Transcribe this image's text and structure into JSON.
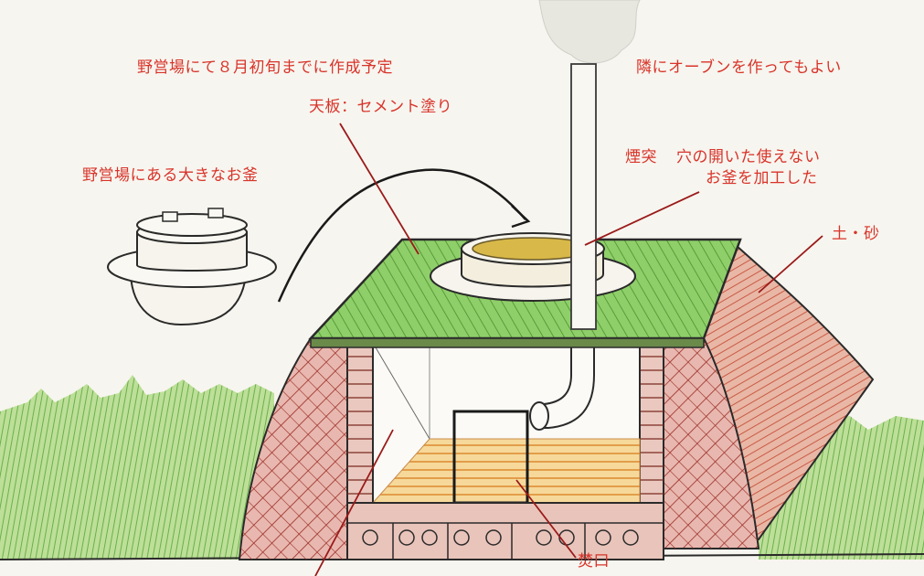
{
  "labels": {
    "plan_note": "野営場にて８月初旬までに作成予定",
    "oven_note": "隣にオーブンを作ってもよい",
    "top_plate": "天板：セメント塗り",
    "chimney": "煙突",
    "hole_pot_line1": "穴の開いた使えない",
    "hole_pot_line2": "お釜を加工した",
    "big_pot": "野営場にある大きなお釜",
    "soil_sand": "土・砂",
    "fire_mouth": "焚口"
  },
  "colors": {
    "label_text": "#d8342a",
    "leader_line": "#9a1a1a",
    "grass": "#5aa83a",
    "top_surface": "#6fb04a",
    "brick": "#b5443a",
    "soil": "#c94a3a",
    "floor": "#f0c070",
    "pot_rim": "#c9a23a"
  }
}
